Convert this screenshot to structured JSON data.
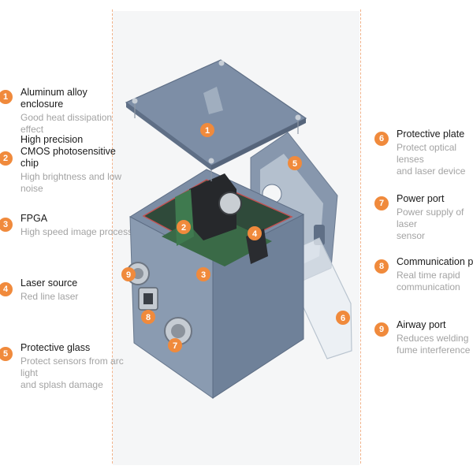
{
  "left_features": [
    {
      "num": "1",
      "title": "Aluminum alloy enclosure",
      "desc": "Good heat dissipation effect"
    },
    {
      "num": "2",
      "title": "High precision\nCMOS photosensitive chip",
      "desc": "High brightness and low noise"
    },
    {
      "num": "3",
      "title": "FPGA",
      "desc": "High speed image processing unit"
    },
    {
      "num": "4",
      "title": "Laser source",
      "desc": "Red line laser"
    },
    {
      "num": "5",
      "title": "Protective glass",
      "desc": "Protect sensors from arc light\nand splash damage"
    }
  ],
  "right_features": [
    {
      "num": "6",
      "title": "Protective plate",
      "desc": "Protect optical lenses\nand laser device"
    },
    {
      "num": "7",
      "title": "Power port",
      "desc": "Power supply of laser\nsensor"
    },
    {
      "num": "8",
      "title": "Communication port",
      "desc": "Real time rapid\ncommunication"
    },
    {
      "num": "9",
      "title": "Airway port",
      "desc": "Reduces welding\nfume interference"
    }
  ],
  "diagram_markers": [
    "1",
    "2",
    "3",
    "4",
    "5",
    "6",
    "7",
    "8",
    "9"
  ],
  "colors": {
    "accent": "#f08a3c",
    "enclosure": "#7d8fa6",
    "divider": "#f1b28a"
  }
}
